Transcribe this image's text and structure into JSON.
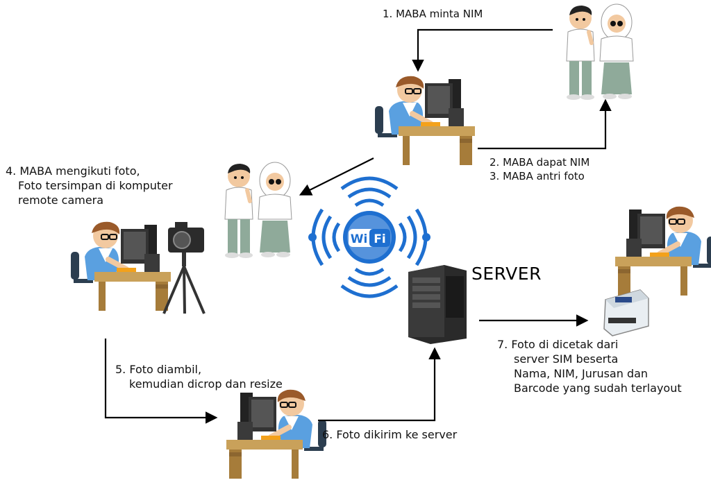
{
  "steps": {
    "step1": "1. MABA minta NIM",
    "step2": "2. MABA dapat NIM",
    "step3": "3. MABA antri foto",
    "step4": [
      "4. MABA mengikuti foto,",
      "Foto tersimpan di komputer",
      "remote camera"
    ],
    "step5": [
      "5. Foto diambil,",
      "kemudian dicrop dan resize"
    ],
    "step6": "6. Foto dikirim ke server",
    "step7": [
      "7. Foto di dicetak dari",
      "server SIM beserta",
      "Nama, NIM, Jurusan dan",
      "Barcode yang sudah terlayout"
    ]
  },
  "server": {
    "label": "SERVER"
  },
  "wifi": {
    "text_wi": "Wi",
    "text_fi": "Fi"
  },
  "colors": {
    "wifi_blue": "#1e6fd0",
    "shirt_blue": "#5aa0e0",
    "desk": "#c9a15a",
    "arrow": "#000000"
  }
}
